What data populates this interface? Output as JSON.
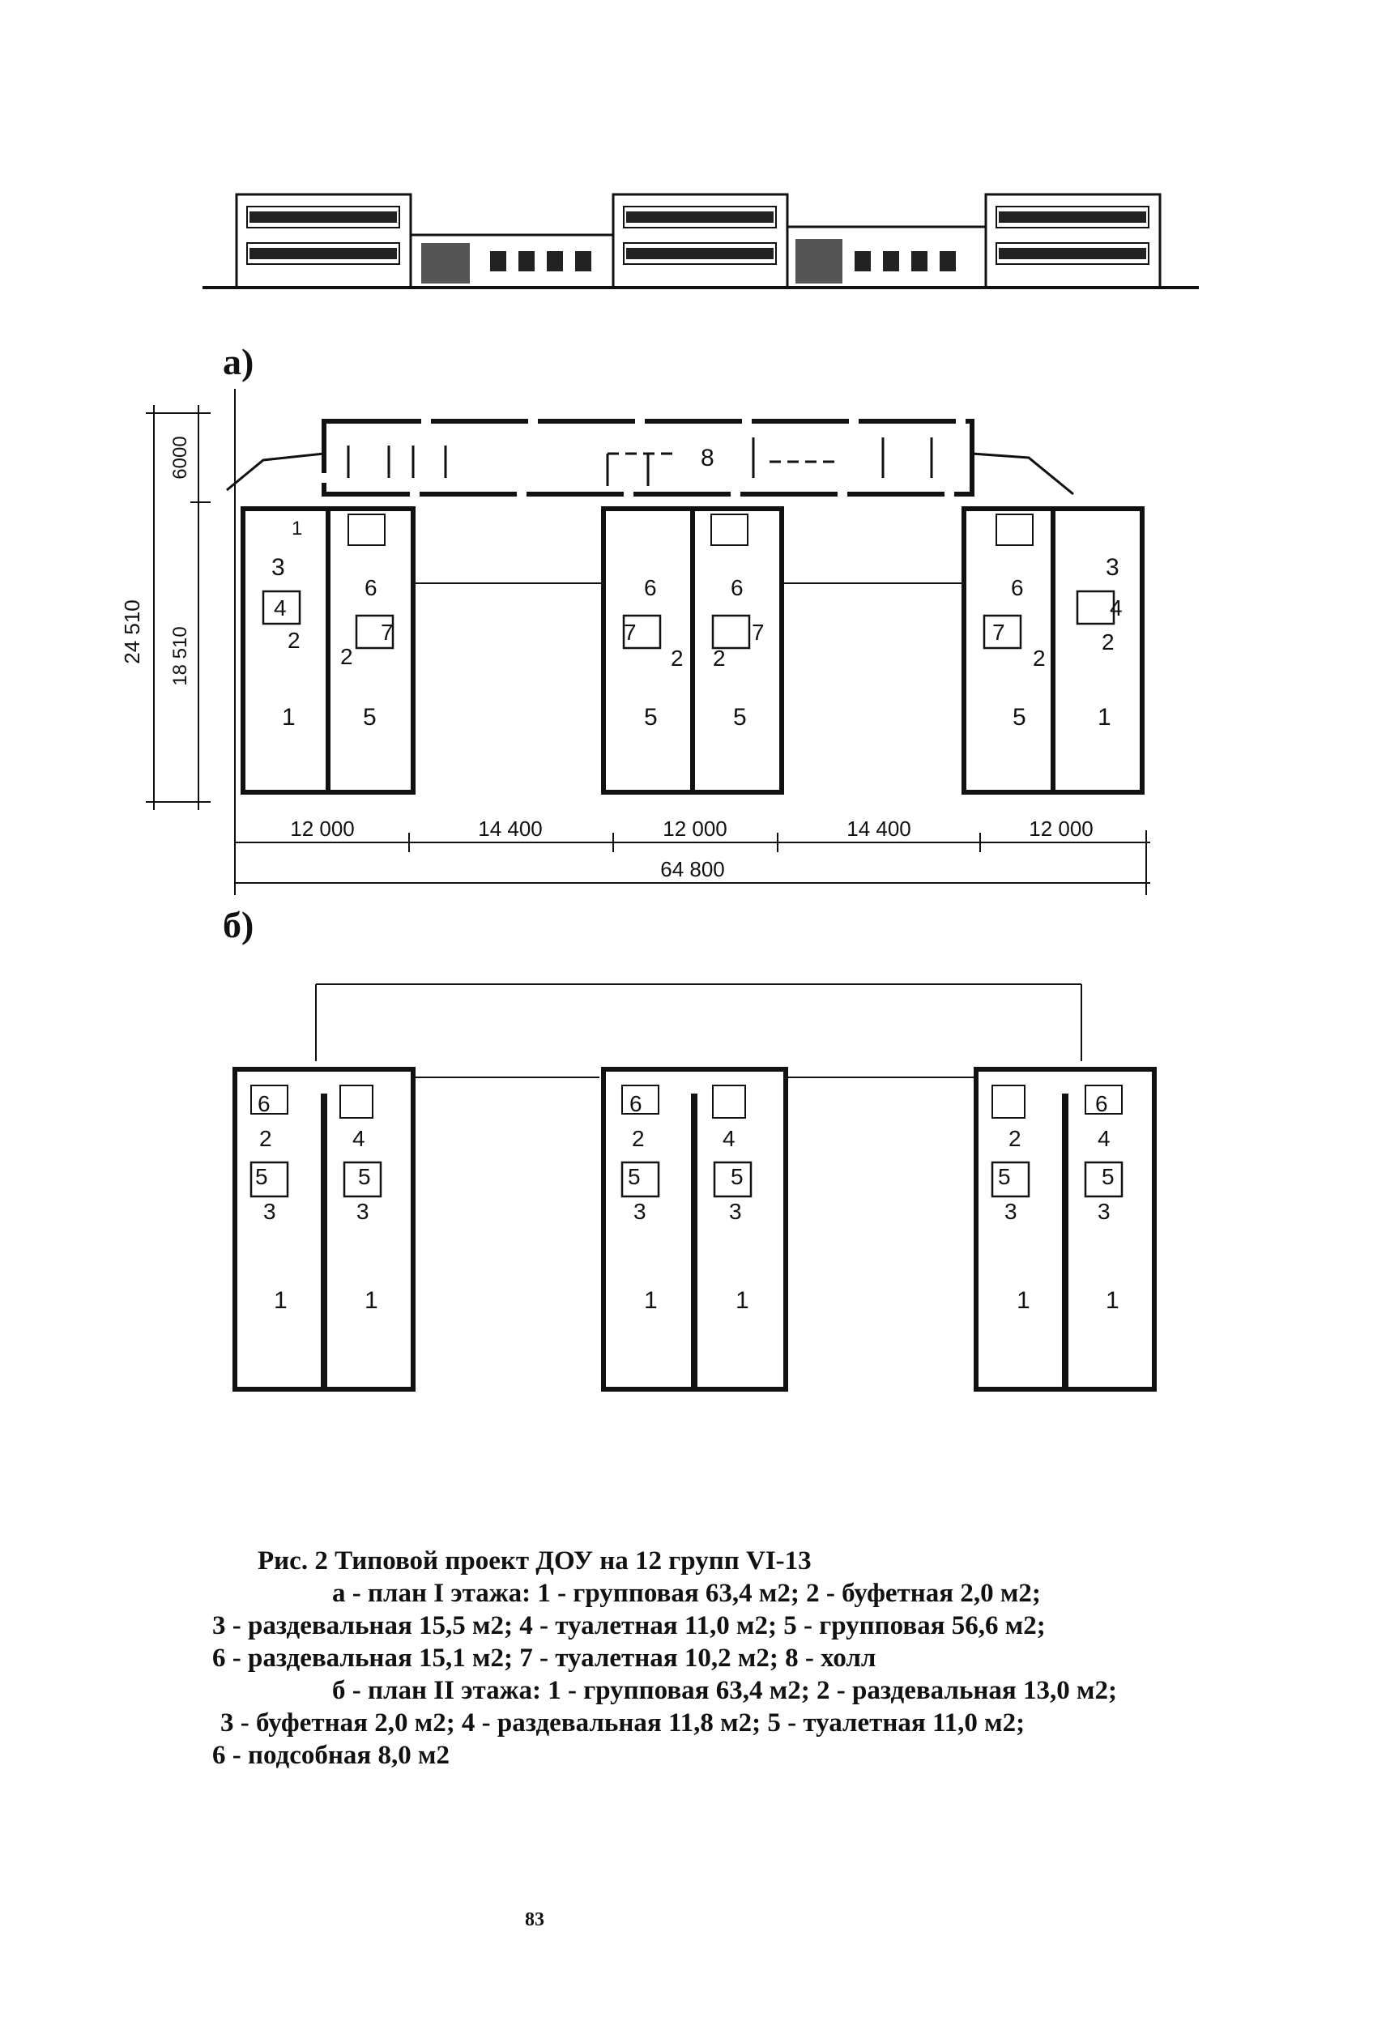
{
  "figure": {
    "label_a": "а)",
    "label_b": "б)"
  },
  "plan_a": {
    "dim_vertical_total": "24 510",
    "dim_vertical_top": "6000",
    "dim_vertical_bottom": "18 510",
    "dim_h1": "12 000",
    "dim_h2": "14 400",
    "dim_h3": "12 000",
    "dim_h4": "14 400",
    "dim_h5": "12 000",
    "dim_total": "64 800",
    "hall_label": "8",
    "block_left": {
      "r1": "1",
      "r2": "2",
      "r3": "3",
      "r4": "4",
      "r5": "5",
      "r6": "6",
      "r7": "7",
      "r2b": "2",
      "small": "1"
    },
    "block_mid": {
      "l6": "6",
      "l7": "7",
      "l2a": "2",
      "l5": "5",
      "r6": "6",
      "r7": "7",
      "r2": "2",
      "r5": "5"
    },
    "block_right": {
      "r1": "1",
      "r2": "2",
      "r3": "3",
      "r4": "4",
      "r5": "5",
      "r6": "6",
      "r7": "7",
      "r2b": "2"
    }
  },
  "plan_b": {
    "block_left": {
      "a6": "6",
      "a2": "2",
      "a5": "5",
      "a3": "3",
      "a1": "1",
      "b4": "4",
      "b5": "5",
      "b3": "3",
      "b1": "1"
    },
    "block_mid": {
      "a6": "6",
      "a2": "2",
      "a5": "5",
      "a3": "3",
      "a1": "1",
      "b4": "4",
      "b5": "5",
      "b3": "3",
      "b1": "1"
    },
    "block_right": {
      "a2": "2",
      "a5": "5",
      "a3": "3",
      "a1": "1",
      "b6": "6",
      "b4": "4",
      "b5": "5",
      "b3": "3",
      "b1": "1"
    }
  },
  "caption": {
    "line1": "Рис. 2  Типовой проект ДОУ на 12 групп VI-13",
    "line2": "а - план I этажа:  1 - групповая 63,4 м2; 2 - буфетная 2,0 м2;",
    "line3": "3 - раздевальная 15,5 м2; 4 - туалетная 11,0 м2; 5 - групповая 56,6 м2;",
    "line4": "6 - раздевальная 15,1 м2; 7 - туалетная 10,2 м2; 8 - холл",
    "line5": "б - план II этажа: 1 - групповая 63,4 м2; 2 - раздевальная 13,0 м2;",
    "line6": "3 - буфетная 2,0 м2; 4 - раздевальная 11,8 м2; 5 - туалетная 11,0 м2;",
    "line7": "6 - подсобная 8,0 м2"
  },
  "page_number": "83"
}
